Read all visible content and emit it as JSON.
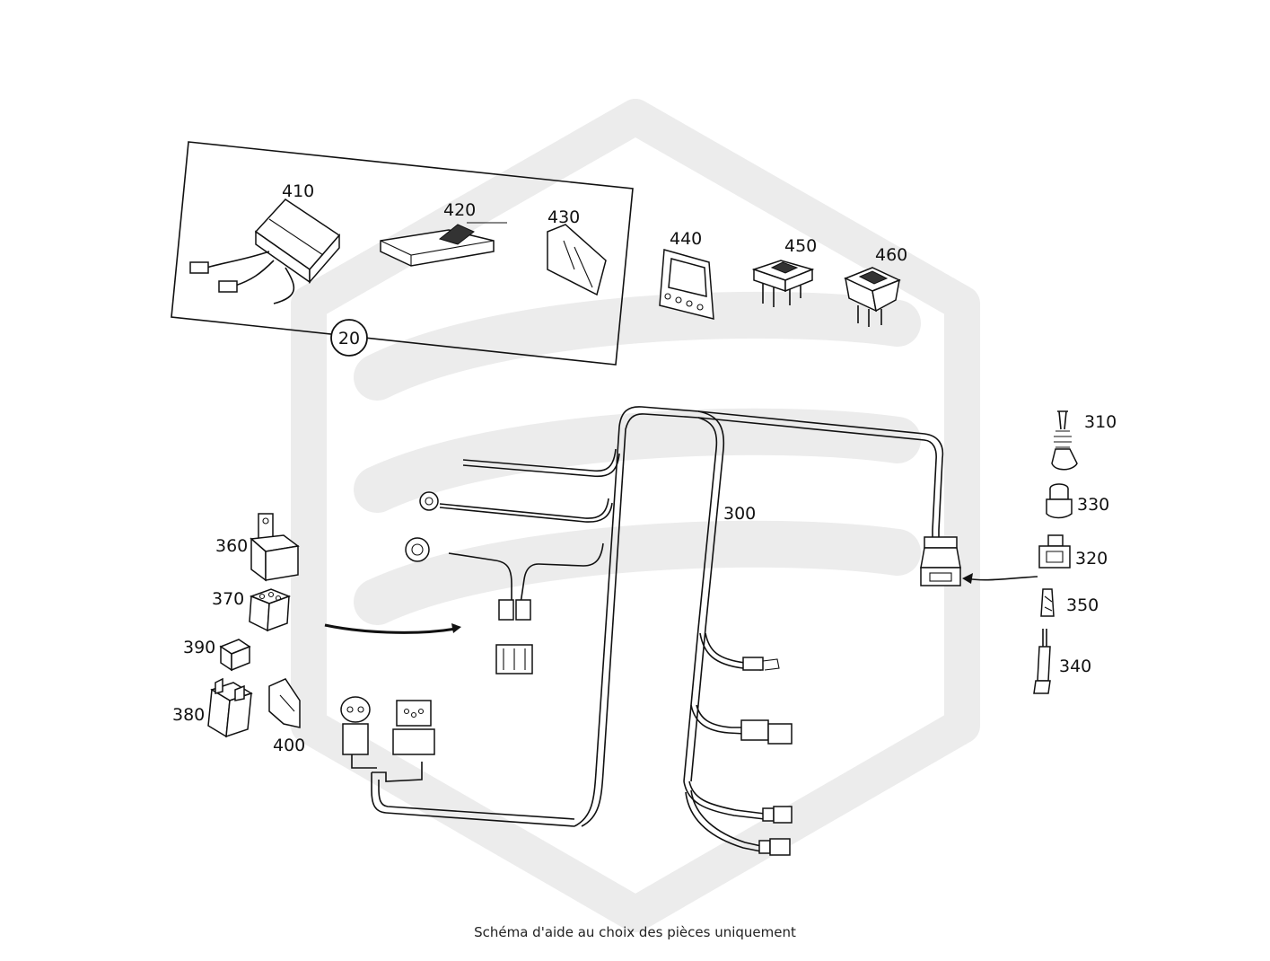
{
  "watermark": {
    "color": "#ececec"
  },
  "kit": {
    "number": "20"
  },
  "parts": {
    "p410": "410",
    "p420": "420",
    "p430": "430",
    "p440": "440",
    "p450": "450",
    "p460": "460",
    "p310": "310",
    "p330": "330",
    "p320": "320",
    "p350": "350",
    "p340": "340",
    "p300": "300",
    "p360": "360",
    "p370": "370",
    "p390": "390",
    "p380": "380",
    "p400": "400"
  },
  "caption": "Schéma d'aide au choix des pièces uniquement"
}
